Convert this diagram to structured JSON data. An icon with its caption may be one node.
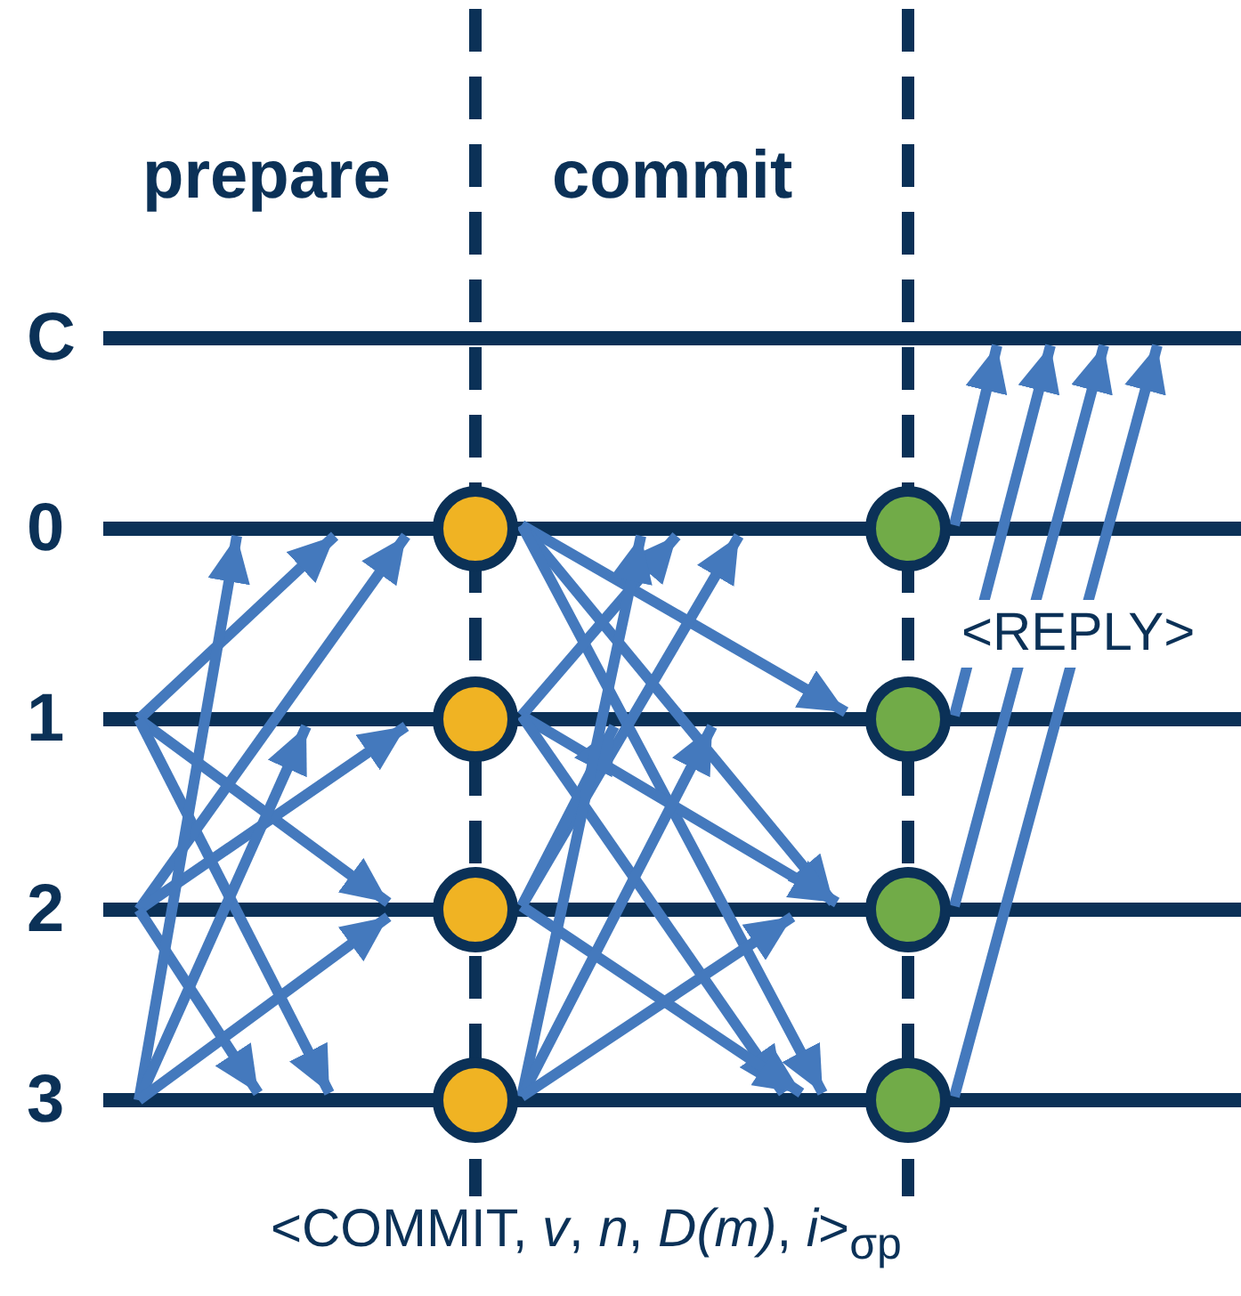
{
  "diagram": {
    "nodes": [
      {
        "text": [
          "C"
        ]
      },
      {
        "text": [
          "0"
        ]
      },
      {
        "text": [
          "1"
        ]
      },
      {
        "text": [
          "2"
        ]
      },
      {
        "text": [
          "3"
        ]
      },
      {
        "text": [],
        "shape": "circle"
      },
      {
        "text": [],
        "shape": "circle"
      },
      {
        "text": [],
        "shape": "circle"
      },
      {
        "text": [],
        "shape": "circle"
      },
      {
        "text": [],
        "shape": "circle"
      },
      {
        "text": [],
        "shape": "circle"
      },
      {
        "text": [],
        "shape": "circle"
      },
      {
        "text": [],
        "shape": "circle"
      }
    ],
    "edges": [
      {
        "from": 2,
        "to": 1,
        "arrow": "to"
      },
      {
        "from": 2,
        "to": 3,
        "arrow": "to"
      },
      {
        "from": 2,
        "to": 4,
        "arrow": "to"
      },
      {
        "from": 3,
        "to": 1,
        "arrow": "to"
      },
      {
        "from": 3,
        "to": 2,
        "arrow": "to"
      },
      {
        "from": 3,
        "to": 4,
        "arrow": "to"
      },
      {
        "from": 4,
        "to": 1,
        "arrow": "to"
      },
      {
        "from": 4,
        "to": 2,
        "arrow": "to"
      },
      {
        "from": 4,
        "to": 3,
        "arrow": "to"
      },
      {
        "from": 5,
        "to": 2,
        "arrow": "to"
      },
      {
        "from": 5,
        "to": 3,
        "arrow": "to"
      },
      {
        "from": 5,
        "to": 4,
        "arrow": "to"
      },
      {
        "from": 6,
        "to": 1,
        "arrow": "to"
      },
      {
        "from": 6,
        "to": 3,
        "arrow": "to"
      },
      {
        "from": 6,
        "to": 4,
        "arrow": "to"
      },
      {
        "from": 7,
        "to": 1,
        "arrow": "to"
      },
      {
        "from": 7,
        "to": 2,
        "arrow": "to"
      },
      {
        "from": 7,
        "to": 4,
        "arrow": "to"
      },
      {
        "from": 8,
        "to": 1,
        "arrow": "to"
      },
      {
        "from": 8,
        "to": 2,
        "arrow": "to"
      },
      {
        "from": 8,
        "to": 3,
        "arrow": "to"
      },
      {
        "from": 9,
        "to": 0,
        "arrow": "to"
      },
      {
        "from": 10,
        "to": 0,
        "arrow": "to"
      },
      {
        "from": 11,
        "to": 0,
        "arrow": "to"
      },
      {
        "from": 12,
        "to": 0,
        "arrow": "to"
      }
    ],
    "labels": [
      "prepare",
      "commit",
      "<REPLY>",
      "<COMMIT, *v*, *n*, *D(m)*, *i*>$_{σp}$"
    ]
  }
}
